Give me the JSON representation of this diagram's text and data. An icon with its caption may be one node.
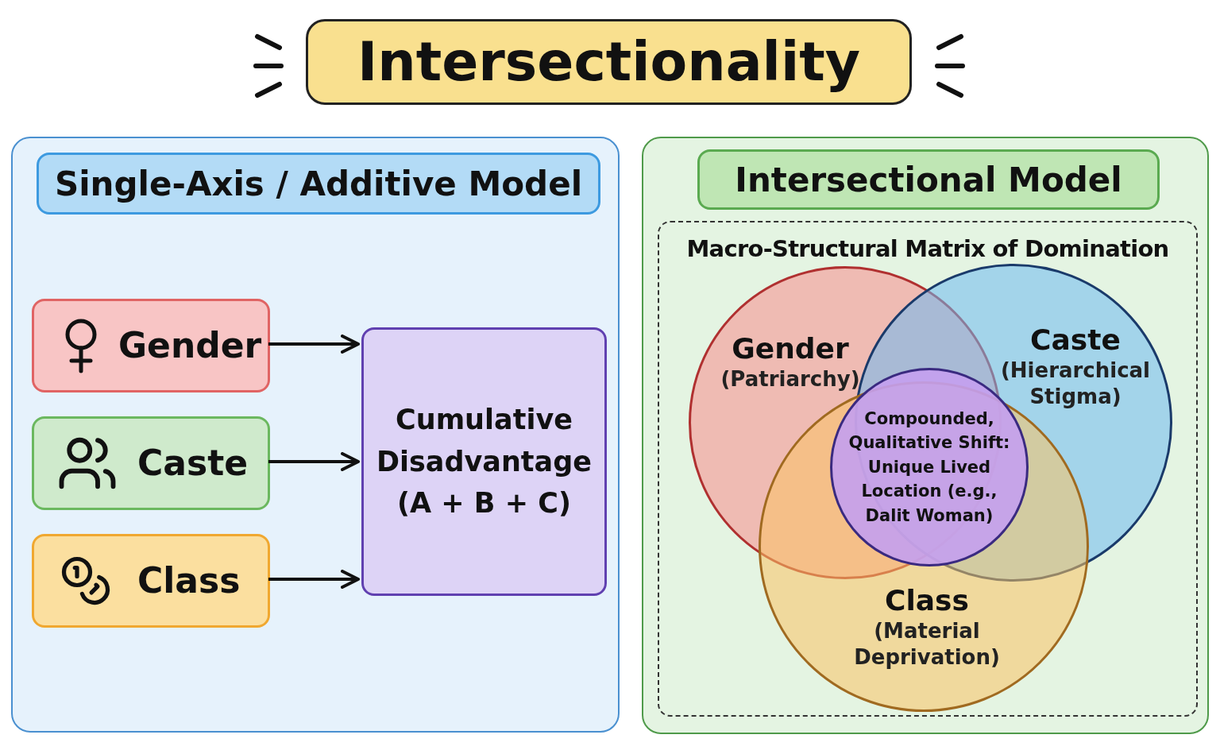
{
  "diagram": {
    "title": "Intersectionality",
    "nodes": [
      {
        "text": [
          "Single-Axis / Additive Model"
        ]
      },
      {
        "text": [
          "Gender"
        ],
        "in": 0
      },
      {
        "text": [
          "Caste"
        ],
        "in": 0
      },
      {
        "text": [
          "Class"
        ],
        "in": 0
      },
      {
        "text": [
          "Cumulative Disadvantage (A + B + C)"
        ],
        "in": 0
      },
      {
        "text": [
          "Intersectional Model"
        ]
      },
      {
        "text": [
          "Macro-Structural Matrix of Domination"
        ],
        "in": 5
      },
      {
        "text": [
          "Gender",
          "(Patriarchy)"
        ],
        "in": 6
      },
      {
        "text": [
          "Caste",
          "(Hierarchical Stigma)"
        ],
        "in": 6
      },
      {
        "text": [
          "Class",
          "(Material Deprivation)"
        ],
        "in": 6
      },
      {
        "text": [
          "Compounded, Qualitative Shift: Unique Lived Location (e.g., Dalit Woman)"
        ],
        "in": 6
      }
    ],
    "edges": [
      {
        "from": 1,
        "to": 4,
        "arrow": "to"
      },
      {
        "from": 2,
        "to": 4,
        "arrow": "to"
      },
      {
        "from": 3,
        "to": 4,
        "arrow": "to"
      }
    ]
  }
}
